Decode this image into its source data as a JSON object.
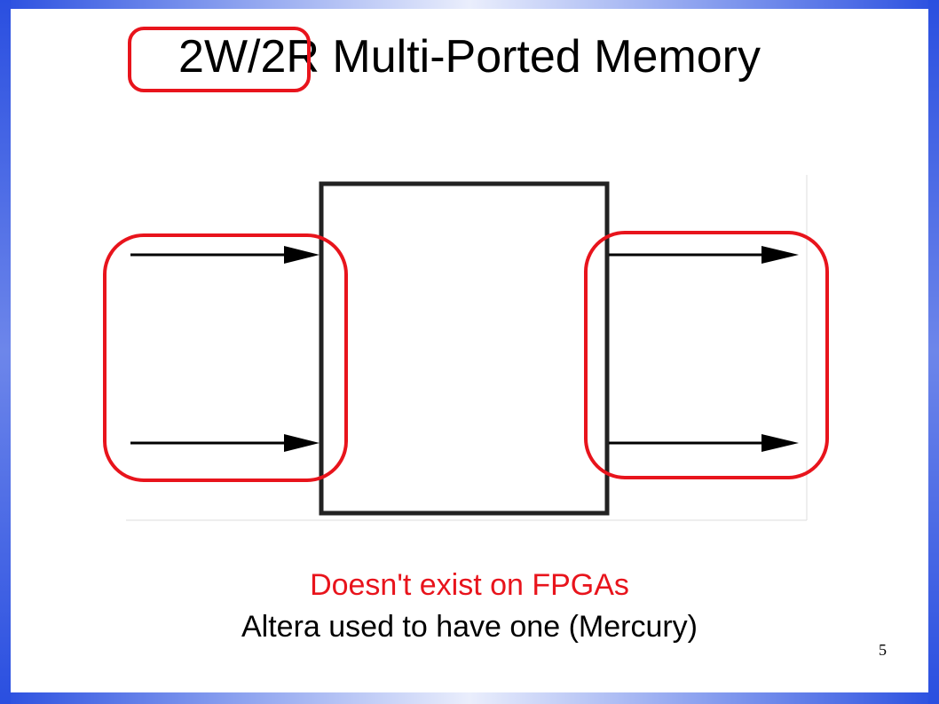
{
  "slide": {
    "title": "2W/2R Multi-Ported Memory",
    "highlighted_term": "2W/2R",
    "caption_red": "Doesn't exist on FPGAs",
    "caption_black": "Altera used to have one (Mercury)",
    "page_number": "5"
  },
  "diagram": {
    "write_ports": 2,
    "read_ports": 2
  },
  "colors": {
    "highlight": "#e8141c",
    "frame": "#2a4fe0",
    "text": "#000000"
  }
}
